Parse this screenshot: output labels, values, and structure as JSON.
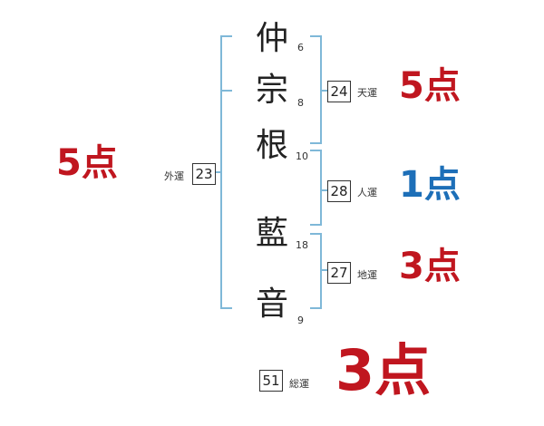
{
  "name_chars": [
    {
      "char": "仲",
      "strokes": "6"
    },
    {
      "char": "宗",
      "strokes": "8"
    },
    {
      "char": "根",
      "strokes": "10"
    },
    {
      "char": "藍",
      "strokes": "18"
    },
    {
      "char": "音",
      "strokes": "9"
    }
  ],
  "fortunes": {
    "tenkaku": {
      "label": "天運",
      "value": "24",
      "score": "5点"
    },
    "jinkaku": {
      "label": "人運",
      "value": "28",
      "score": "1点"
    },
    "chikaku": {
      "label": "地運",
      "value": "27",
      "score": "3点"
    },
    "gaikaku": {
      "label": "外運",
      "value": "23",
      "score": "5点"
    },
    "soukaku": {
      "label": "総運",
      "value": "51",
      "score": "3点"
    }
  },
  "colors": {
    "bracket": "#7fb8d8",
    "score_red": "#c0161f",
    "score_blue": "#1d6fb8"
  }
}
